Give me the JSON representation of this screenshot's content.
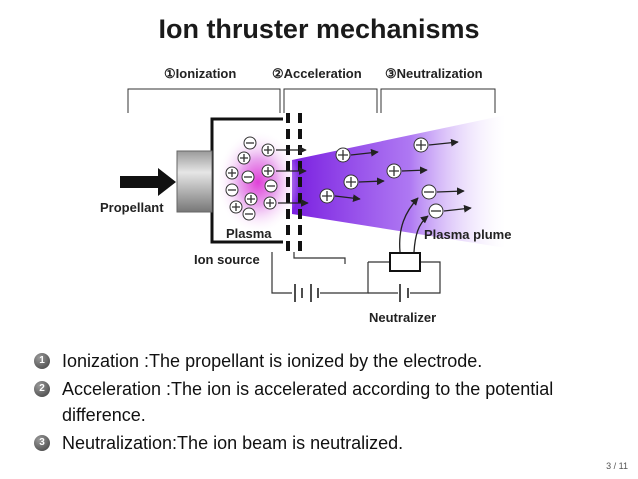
{
  "title": "Ion thruster mechanisms",
  "diagram": {
    "phases": [
      "①Ionization",
      "②Acceleration",
      "③Neutralization"
    ],
    "labels": {
      "propellant": "Propellant",
      "plasma": "Plasma",
      "ion_source": "Ion source",
      "plasma_plume": "Plasma plume",
      "neutralizer": "Neutralizer"
    }
  },
  "steps": [
    {
      "number": "1",
      "text": "Ionization :The propellant is ionized by the electrode."
    },
    {
      "number": "2",
      "text": "Acceleration :The ion is accelerated according to the potential difference."
    },
    {
      "number": "3",
      "text": "Neutralization:The ion beam is neutralized."
    }
  ],
  "page": "3 / 11",
  "colors": {
    "plume": "#8a2be2",
    "plasma_core": "#e056d8"
  }
}
